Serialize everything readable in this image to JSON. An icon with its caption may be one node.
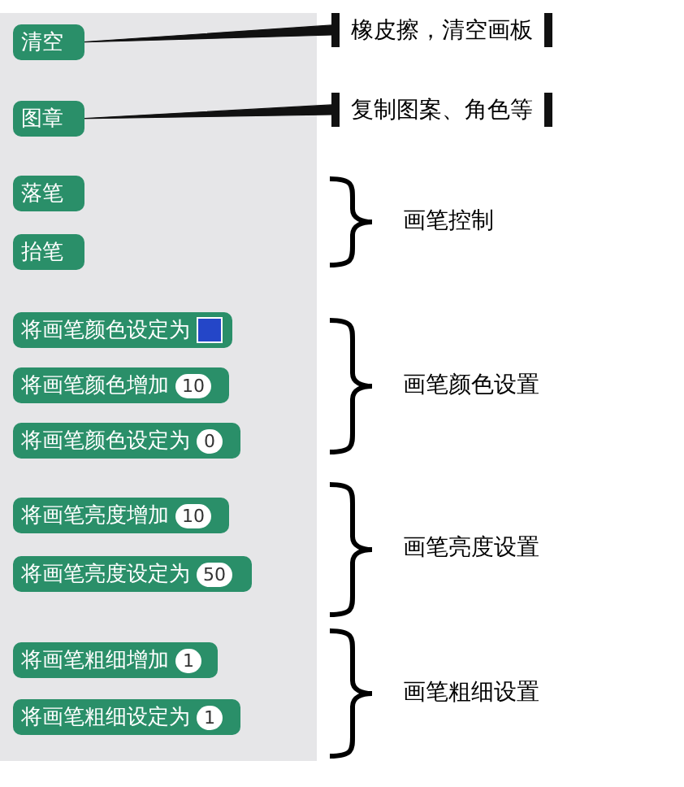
{
  "diagram": {
    "nodes": [
      {
        "text": [
          "清空"
        ]
      },
      {
        "text": [
          "橡皮擦，清空画板"
        ]
      },
      {
        "text": [
          "图章"
        ]
      },
      {
        "text": [
          "复制图案、角色等"
        ]
      },
      {
        "text": [
          "落笔"
        ]
      },
      {
        "text": [
          "抬笔"
        ]
      },
      {
        "text": [
          "将画笔颜色设定为"
        ]
      },
      {
        "text": [
          "将画笔颜色增加",
          "10"
        ]
      },
      {
        "text": [
          "将画笔颜色设定为",
          "0"
        ]
      },
      {
        "text": [
          "将画笔亮度增加",
          "10"
        ]
      },
      {
        "text": [
          "将画笔亮度设定为",
          "50"
        ]
      },
      {
        "text": [
          "将画笔粗细增加",
          "1"
        ]
      },
      {
        "text": [
          "将画笔粗细设定为",
          "1"
        ]
      }
    ],
    "edges": [
      {
        "from": 0,
        "to": 1,
        "arrow": "none",
        "style": "thick"
      },
      {
        "from": 2,
        "to": 3,
        "arrow": "none",
        "style": "thick"
      }
    ],
    "labels": [
      "画笔控制",
      "画笔颜色设置",
      "画笔亮度设置",
      "画笔粗细设置"
    ]
  }
}
